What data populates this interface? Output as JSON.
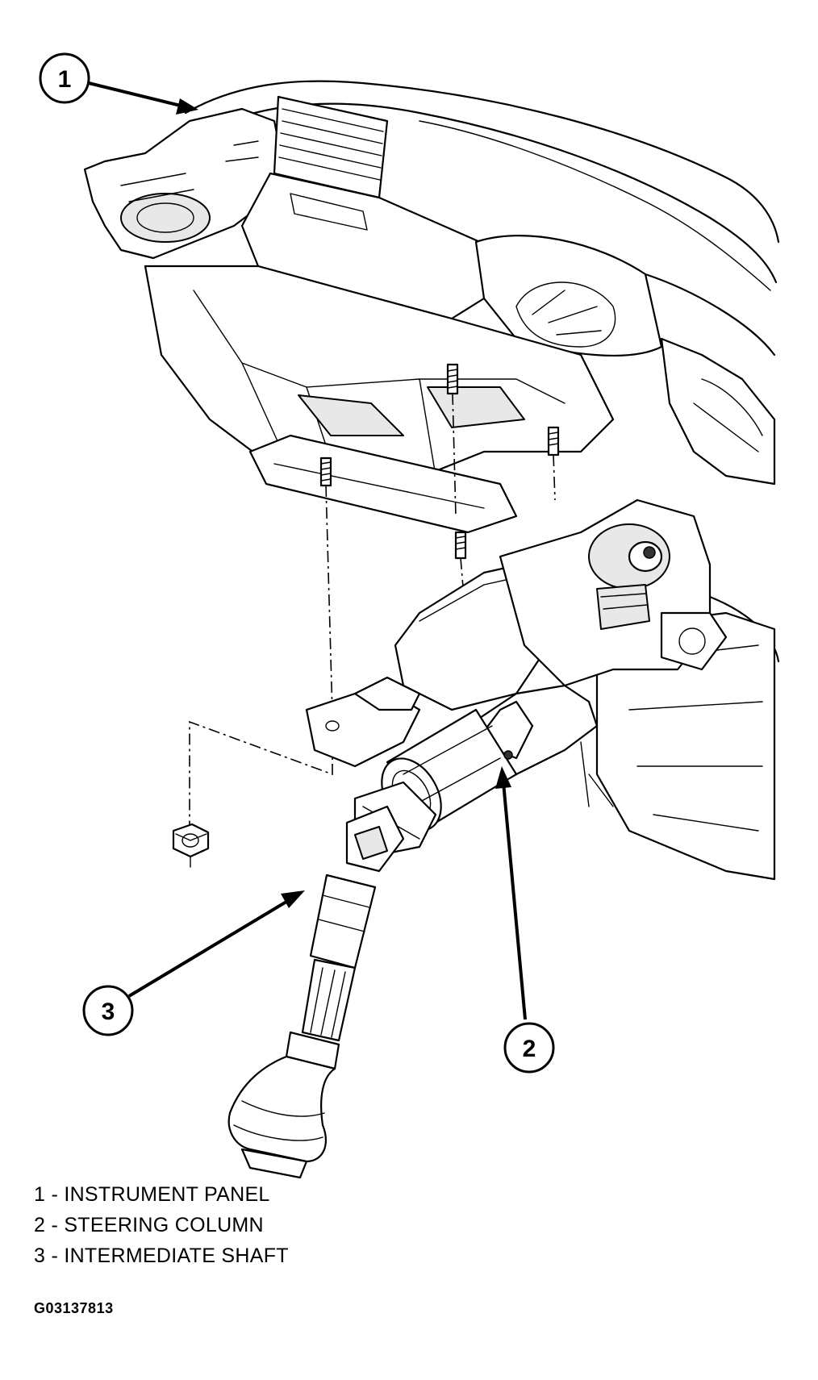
{
  "callouts": [
    {
      "number": "1",
      "label": "1 - INSTRUMENT PANEL"
    },
    {
      "number": "2",
      "label": "2 - STEERING COLUMN"
    },
    {
      "number": "3",
      "label": "3 - INTERMEDIATE SHAFT"
    }
  ],
  "figure_code": "G03137813"
}
